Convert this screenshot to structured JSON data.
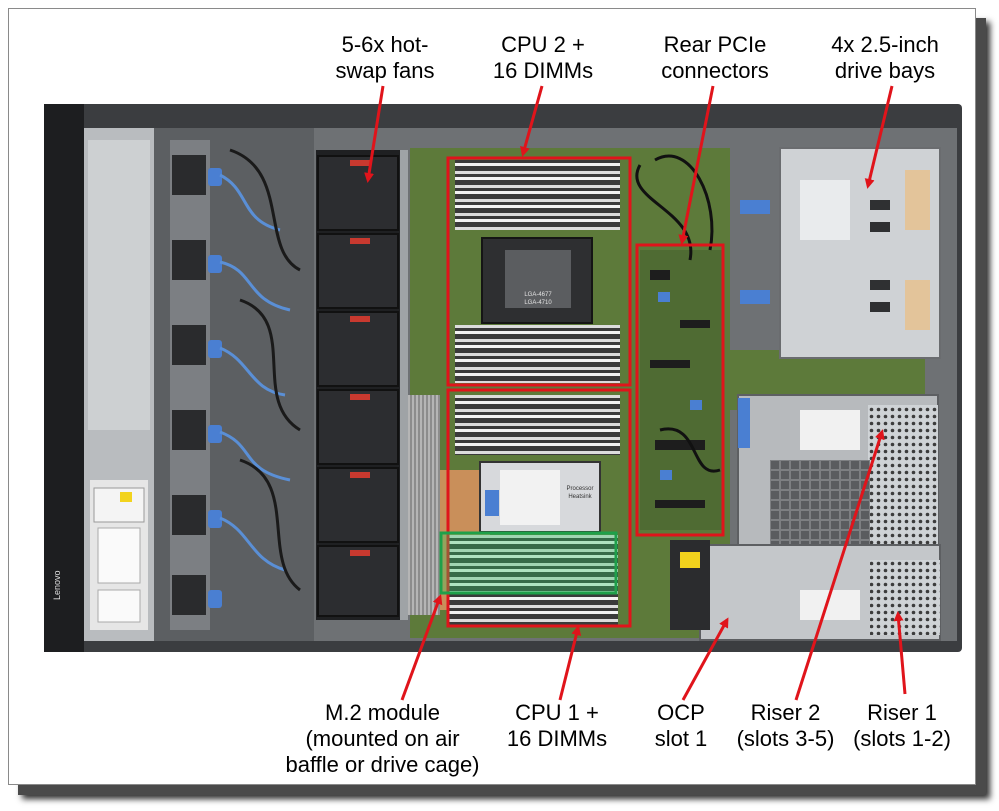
{
  "labels": {
    "fans": [
      "5-6x hot-",
      "swap fans"
    ],
    "cpu2": [
      "CPU 2 +",
      "16 DIMMs"
    ],
    "rear_pcie": [
      "Rear PCIe",
      "connectors"
    ],
    "drive_bays": [
      "4x 2.5-inch",
      "drive bays"
    ],
    "m2": [
      "M.2 module",
      "(mounted on air",
      "baffle or drive cage)"
    ],
    "cpu1": [
      "CPU 1 +",
      "16 DIMMs"
    ],
    "ocp": [
      "OCP",
      "slot 1"
    ],
    "riser2": [
      "Riser 2",
      "(slots 3-5)"
    ],
    "riser1": [
      "Riser 1",
      "(slots 1-2)"
    ]
  },
  "chassis": {
    "brand": "Lenovo",
    "cpu_socket_text": [
      "LGA-4677",
      "LGA-4710"
    ],
    "heatsink_text": [
      "Processor",
      "Heatsink"
    ]
  },
  "colors": {
    "callout_red": "#e0141b",
    "m2_green": "#1fa04a",
    "frame_shadow": "#4a4a4a"
  }
}
